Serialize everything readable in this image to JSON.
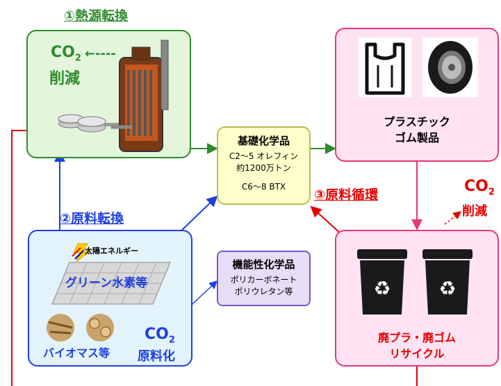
{
  "heat_source": {
    "title": "①熱源転換",
    "co2": "CO",
    "co2_sub": "2",
    "reduction": "削減",
    "arrow": "←----"
  },
  "basic_chemicals": {
    "title": "基礎化学品",
    "line1": "C2～5 オレフィン",
    "line2": "約1200万トン",
    "line3": "C6～8 BTX"
  },
  "plastic_products": {
    "label_line1": "プラスチック",
    "label_line2": "ゴム製品"
  },
  "feedstock": {
    "title": "②原料転換",
    "solar": "太陽エネルギー",
    "green_h2": "グリーン水素等",
    "biomass": "バイオマス等",
    "co2": "CO",
    "co2_sub": "2",
    "co2_label": "原料化"
  },
  "functional_chemicals": {
    "title": "機能性化学品",
    "line1": "ポリカーボネート",
    "line2": "ポリウレタン等"
  },
  "recycle_loop": {
    "title": "③原料循環",
    "co2": "CO",
    "co2_sub": "2",
    "reduction": "削減"
  },
  "recycle": {
    "label_line1": "廃プラ・廃ゴム",
    "label_line2": "リサイクル"
  },
  "colors": {
    "green_border": "#2e8b2e",
    "green_fill": "#e3f6dc",
    "pink_border": "#e8357a",
    "pink_fill": "#ffe3f3",
    "blue_border": "#1f3fe0",
    "blue_fill": "#e3f3fb",
    "yellow_fill": "#ffffcc",
    "purple_fill": "#e6ddf7",
    "red": "#e60000"
  }
}
